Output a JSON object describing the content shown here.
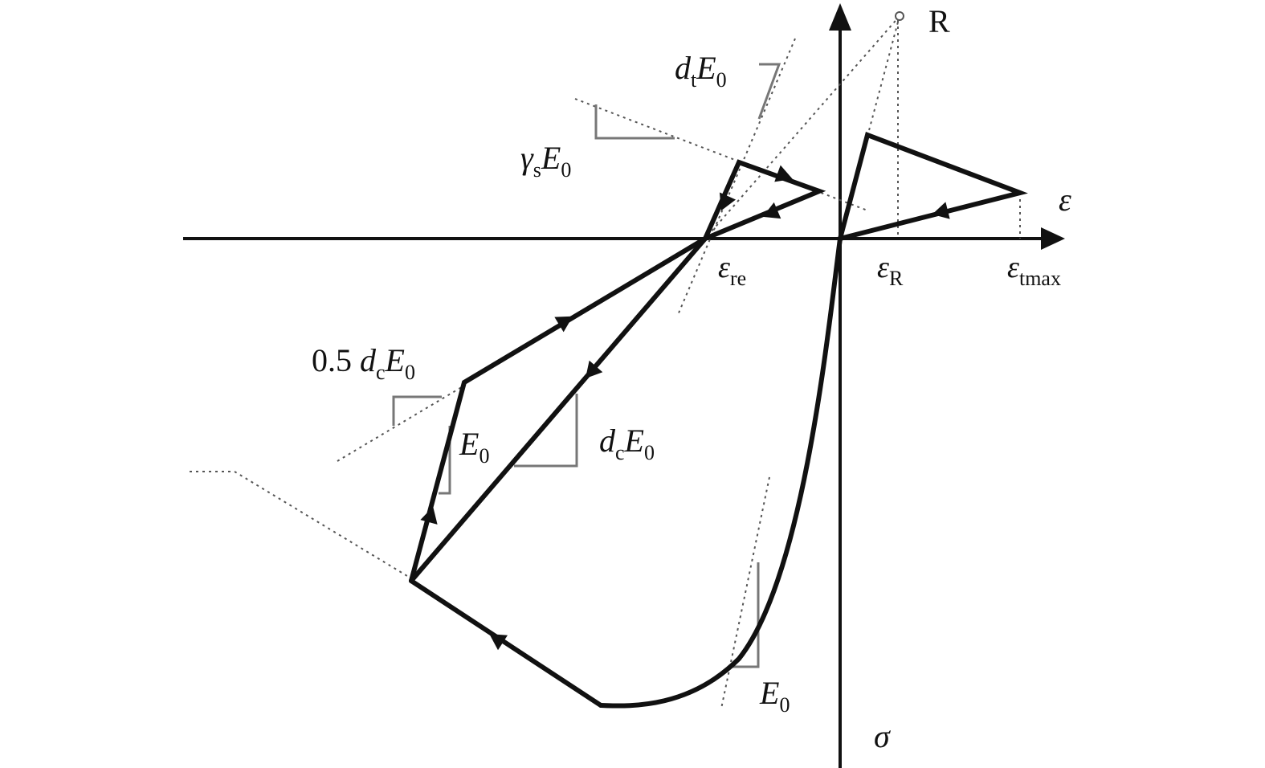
{
  "axes": {
    "x_label": "ε",
    "y_label": "σ"
  },
  "points": {
    "r_label": "R",
    "eps_re": {
      "base": "ε",
      "sub": "re"
    },
    "eps_R": {
      "base": "ε",
      "sub": "R"
    },
    "eps_tmax": {
      "base": "ε",
      "sub": "tmax"
    }
  },
  "slopes": {
    "dt_E0": {
      "a": "d",
      "a_sub": "t",
      "b": "E",
      "b_sub": "0"
    },
    "gamma_s_E0": {
      "a": "γ",
      "a_sub": "s",
      "b": "E",
      "b_sub": "0"
    },
    "half_dc_E0": {
      "prefix": "0.5 ",
      "a": "d",
      "a_sub": "c",
      "b": "E",
      "b_sub": "0"
    },
    "E0_left": {
      "b": "E",
      "b_sub": "0"
    },
    "dc_E0": {
      "a": "d",
      "a_sub": "c",
      "b": "E",
      "b_sub": "0"
    },
    "E0_bottom": {
      "b": "E",
      "b_sub": "0"
    }
  }
}
